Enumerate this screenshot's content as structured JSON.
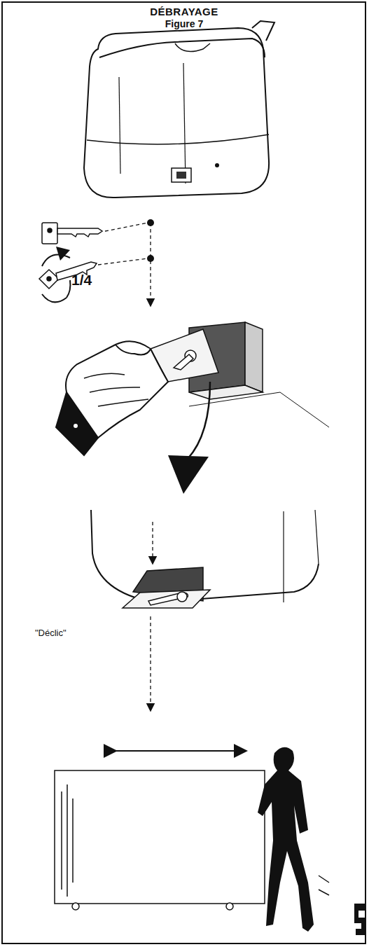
{
  "diagram": {
    "title": "DÉBRAYAGE",
    "labels": [
      "Figure 7",
      "1/4",
      "\"Déclic\""
    ]
  }
}
